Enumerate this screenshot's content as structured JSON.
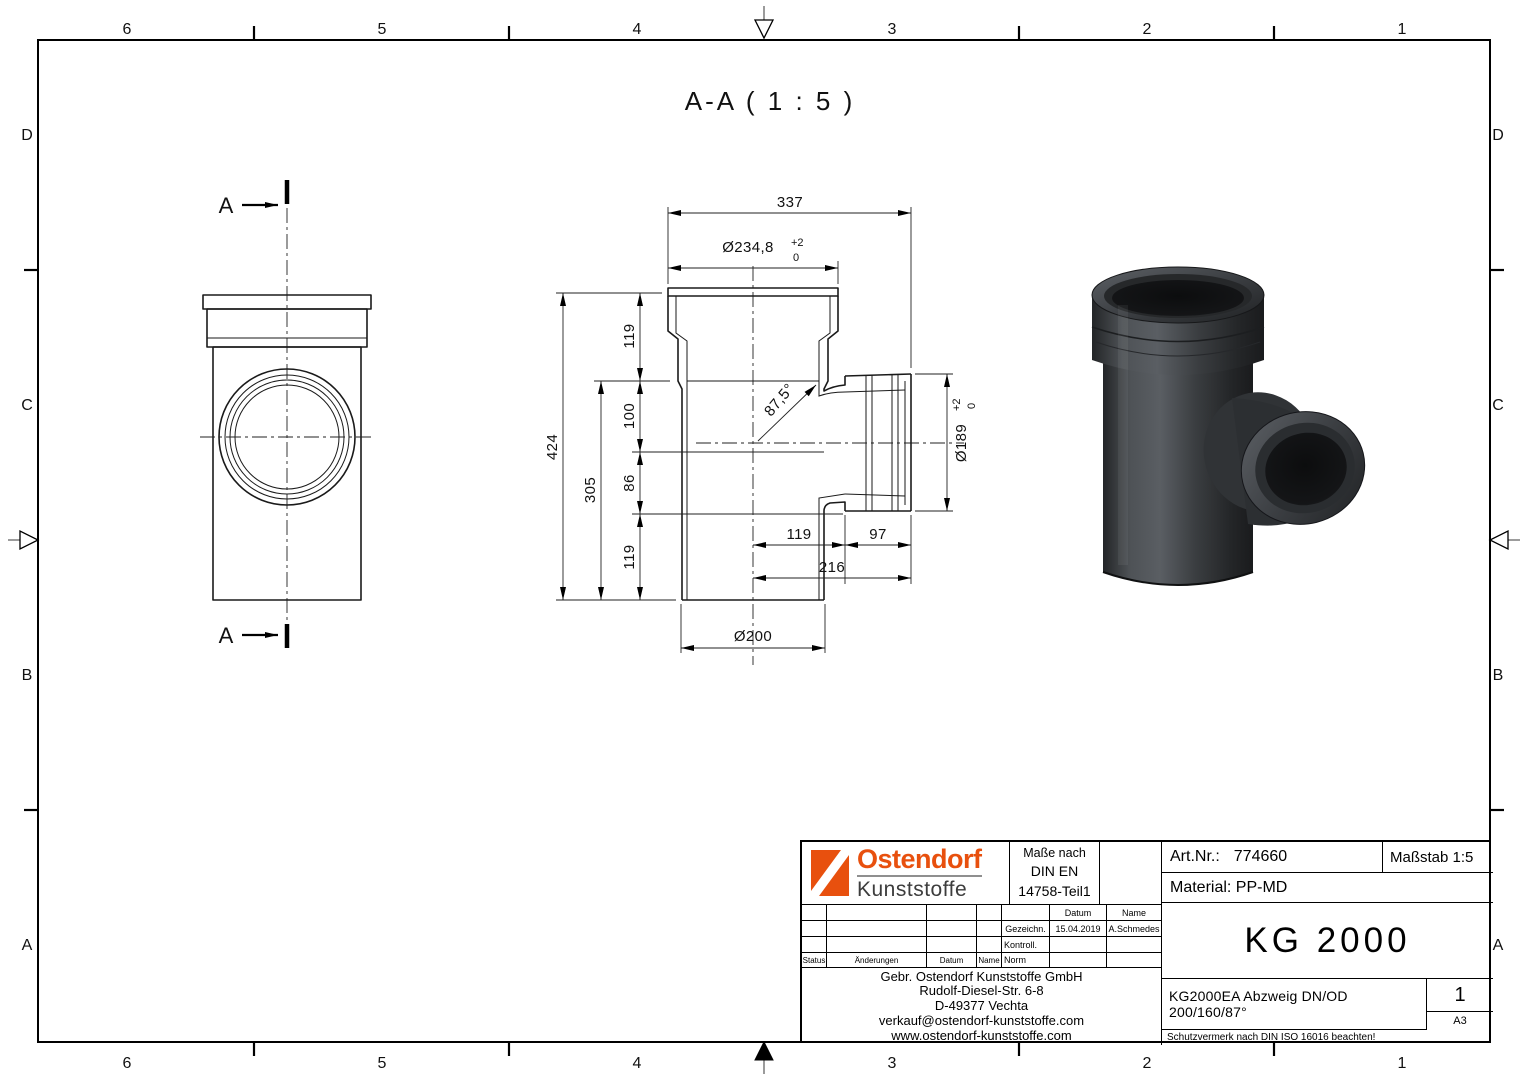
{
  "frame": {
    "cols": [
      "6",
      "5",
      "4",
      "3",
      "2",
      "1"
    ],
    "rows": [
      "D",
      "C",
      "B",
      "A"
    ]
  },
  "drawing": {
    "section_title": "A-A ( 1 : 5 )",
    "section_label_top": "A",
    "section_label_bottom": "A",
    "dims": {
      "total_width": "337",
      "socket_od": "Ø234,8",
      "socket_od_tol_upper": "+2",
      "socket_od_tol_lower": "0",
      "seg_119_top": "119",
      "seg_100": "100",
      "seg_86": "86",
      "seg_119_bottom": "119",
      "height_305": "305",
      "height_424": "424",
      "branch_angle": "87,5°",
      "branch_od": "Ø189",
      "branch_od_tol_upper": "+2",
      "branch_od_tol_lower": "0",
      "off_119": "119",
      "off_97": "97",
      "off_216": "216",
      "pipe_od": "Ø200"
    }
  },
  "title_block": {
    "logo_line1": "Ostendorf",
    "logo_line2": "Kunststoffe",
    "masse_nach": [
      "Maße nach",
      "DIN EN",
      "14758-Teil1"
    ],
    "art_nr_label": "Art.Nr.:",
    "art_nr_value": "774660",
    "massstab": "Maßstab 1:5",
    "material": "Material: PP-MD",
    "product": "KG 2000",
    "rev_table": {
      "col_datum": "Datum",
      "col_name": "Name",
      "row_gezeichn_label": "Gezeichn.",
      "row_gezeichn_datum": "15.04.2019",
      "row_gezeichn_name": "A.Schmedes",
      "row_kontroll_label": "Kontroll.",
      "row_norm_label": "Norm",
      "status": "Status",
      "aenderungen": "Änderungen",
      "datum": "Datum",
      "name": "Name"
    },
    "company": [
      "Gebr. Ostendorf Kunststoffe GmbH",
      "Rudolf-Diesel-Str. 6-8",
      "D-49377 Vechta",
      "verkauf@ostendorf-kunststoffe.com",
      "www.ostendorf-kunststoffe.com"
    ],
    "description": "KG2000EA Abzweig DN/OD 200/160/87°",
    "sheet": "1",
    "format": "A3",
    "schutzvermerk": "Schutzvermerk nach DIN ISO 16016 beachten!"
  }
}
